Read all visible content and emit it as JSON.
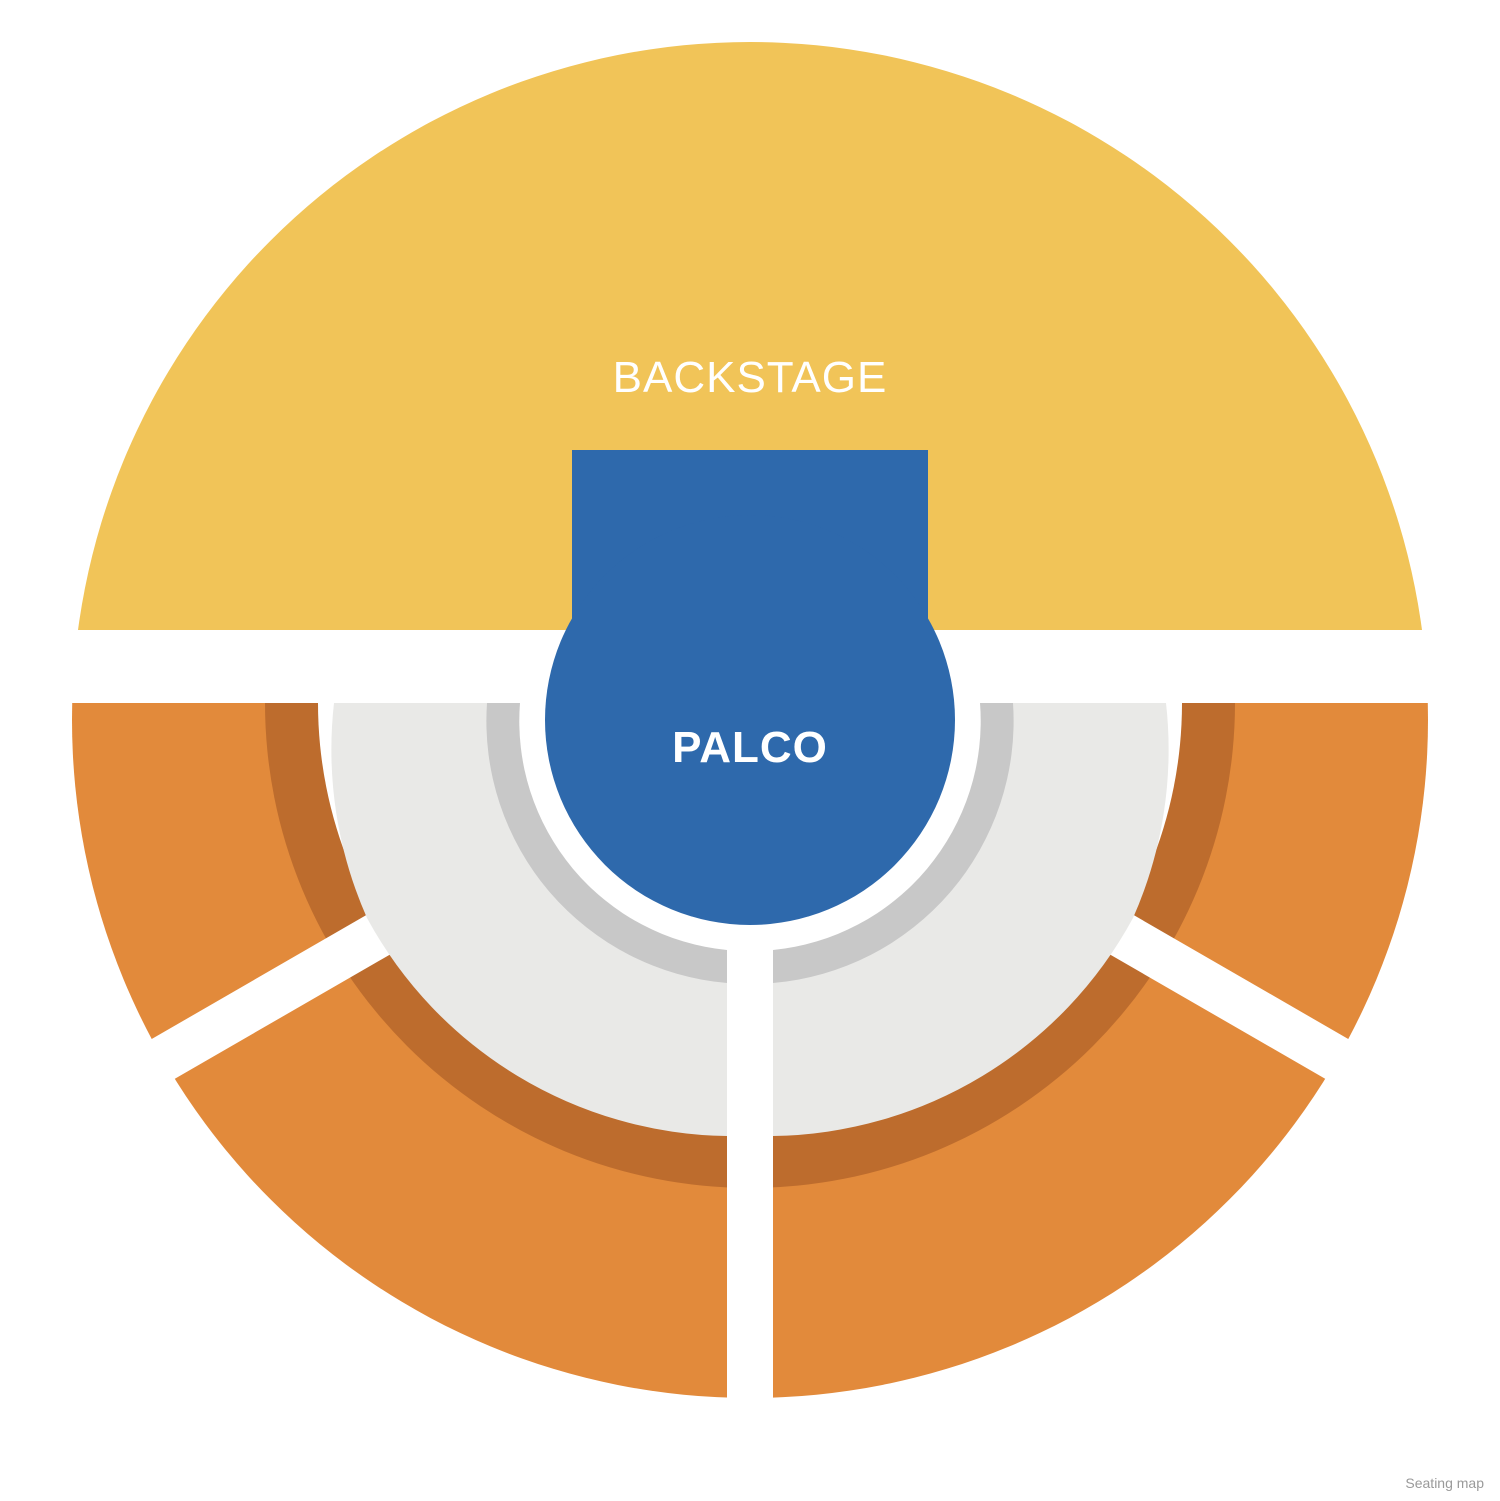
{
  "title": "Seating map",
  "colors": {
    "backstage": "#F1C458",
    "stage": "#2E69AC",
    "outer_ring": "#E28A3B",
    "outer_ring_inner_band": "#BD6C2D",
    "floor": "#E9E9E7",
    "floor_inner_band": "#C8C8C8",
    "gap": "#FFFFFF"
  },
  "sections": {
    "backstage": {
      "label": "BACKSTAGE"
    },
    "stage": {
      "label": "PALCO"
    }
  }
}
